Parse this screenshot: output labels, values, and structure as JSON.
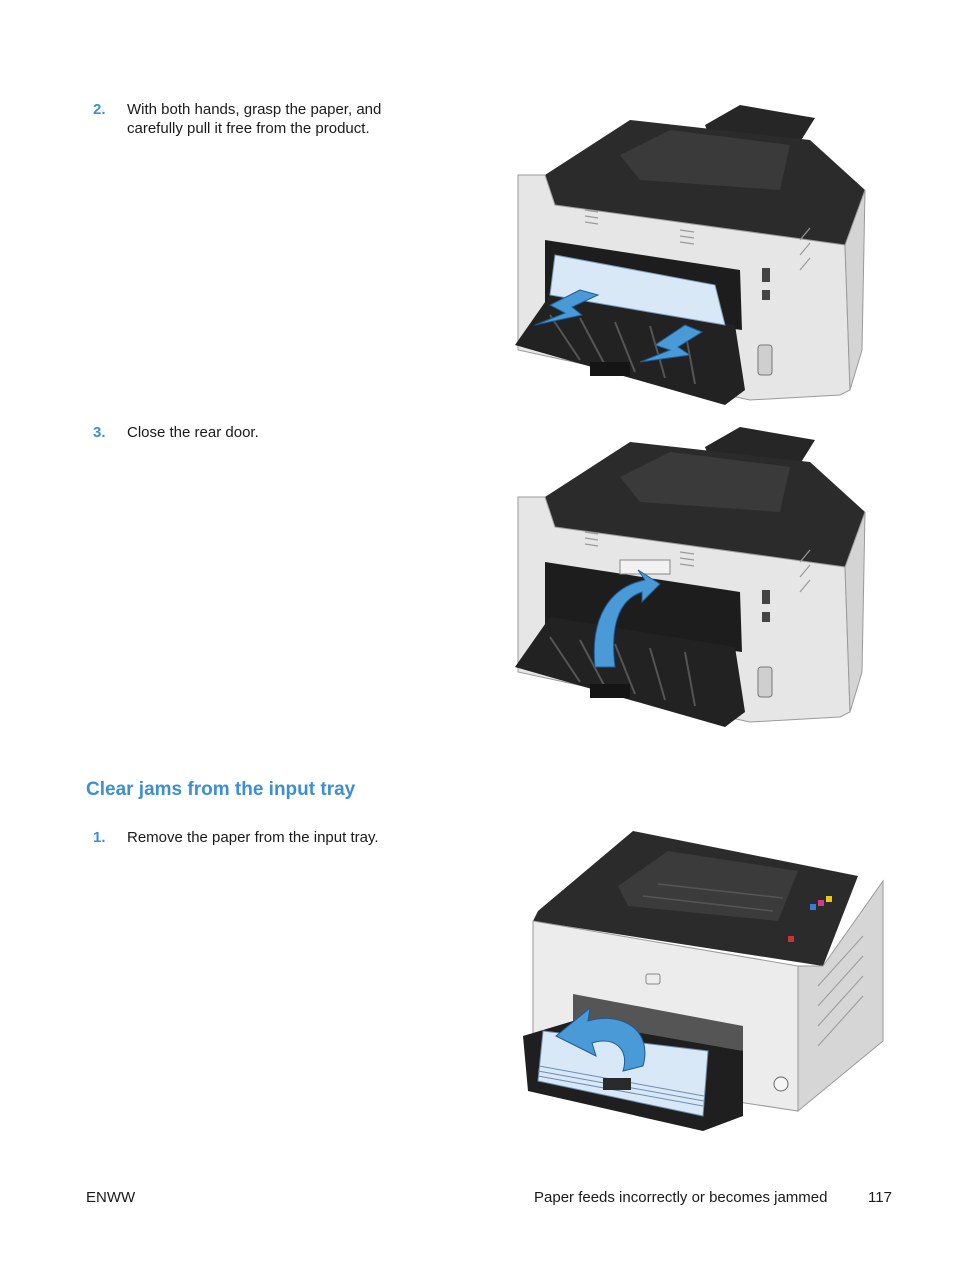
{
  "steps_top": [
    {
      "number": "2.",
      "text": "With both hands, grasp the paper, and carefully pull it free from the product."
    },
    {
      "number": "3.",
      "text": "Close the rear door."
    }
  ],
  "section": {
    "heading": "Clear jams from the input tray",
    "steps": [
      {
        "number": "1.",
        "text": "Remove the paper from the input tray."
      }
    ]
  },
  "footer": {
    "left": "ENWW",
    "title": "Paper feeds incorrectly or becomes jammed",
    "page": "117"
  },
  "colors": {
    "accent": "#3d8fd4",
    "arrow": "#4a9ad8",
    "paper": "#d8e8f7",
    "printer_dark": "#2b2b2b",
    "printer_light": "#e6e6e6"
  }
}
